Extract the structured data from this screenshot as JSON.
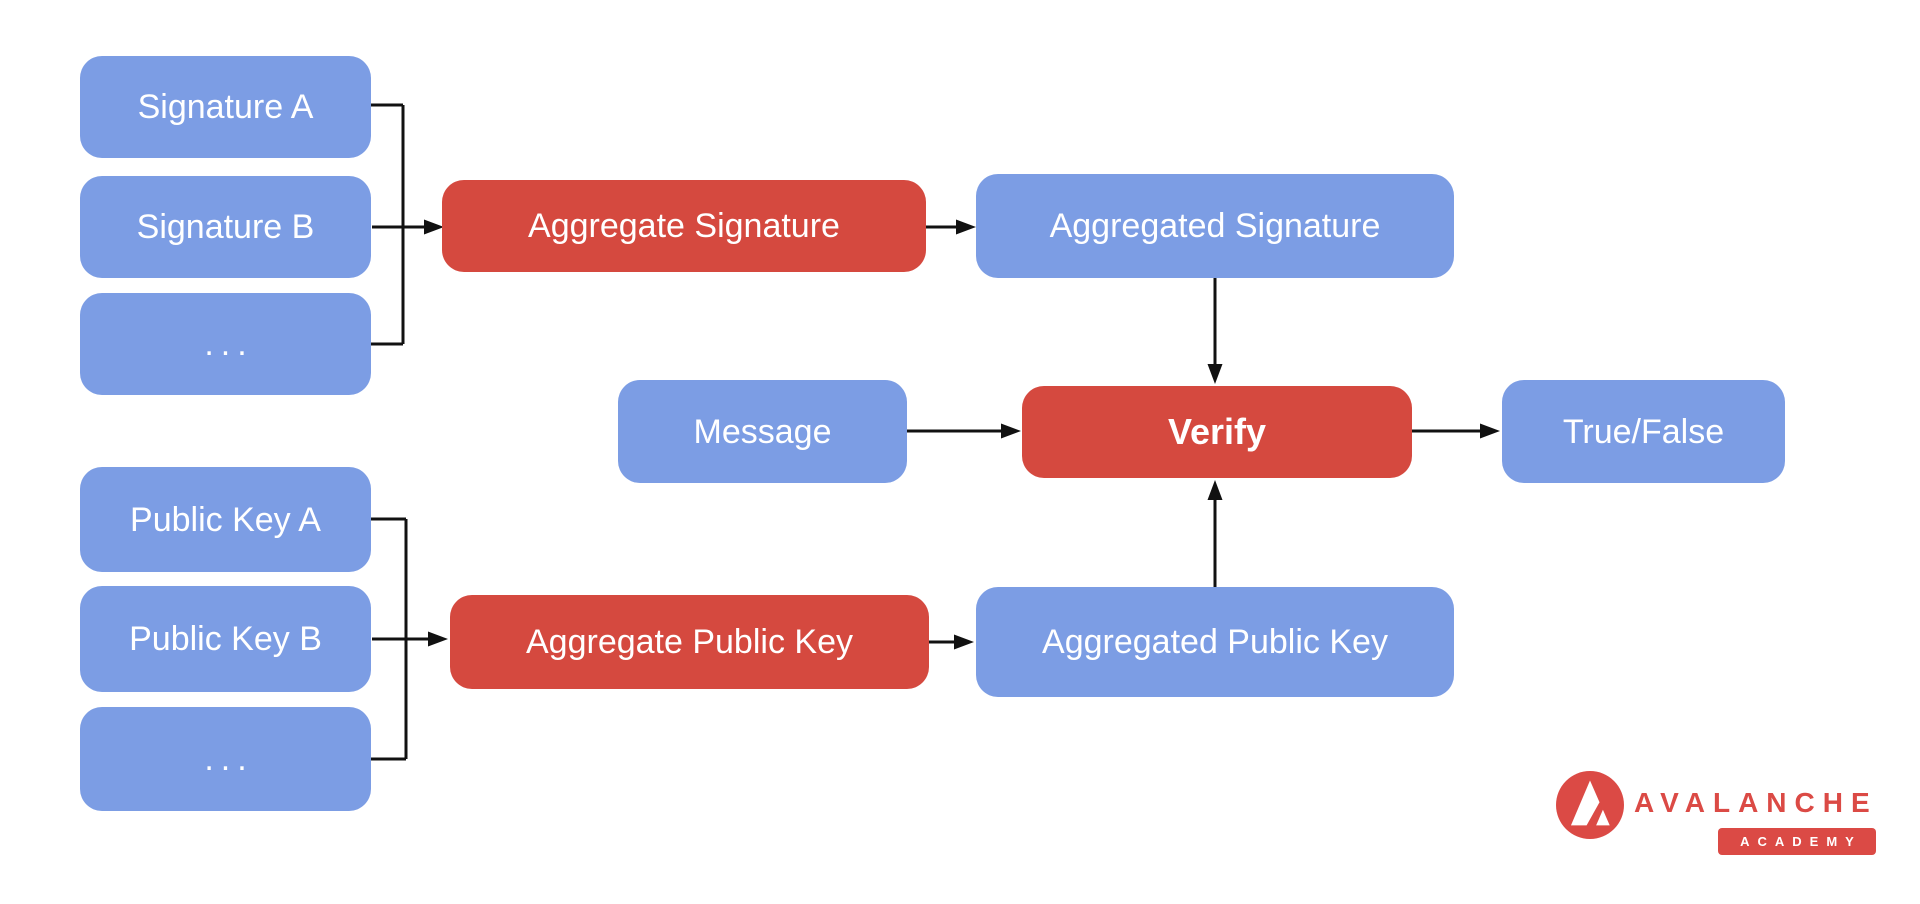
{
  "diagram": {
    "signature_inputs": [
      {
        "label": "Signature A"
      },
      {
        "label": "Signature B"
      },
      {
        "label": "..."
      }
    ],
    "aggregate_signature": {
      "label": "Aggregate Signature"
    },
    "aggregated_signature": {
      "label": "Aggregated Signature"
    },
    "message": {
      "label": "Message"
    },
    "verify": {
      "label": "Verify"
    },
    "result": {
      "label": "True/False"
    },
    "public_key_inputs": [
      {
        "label": "Public Key A"
      },
      {
        "label": "Public Key B"
      },
      {
        "label": "..."
      }
    ],
    "aggregate_public_key": {
      "label": "Aggregate Public Key"
    },
    "aggregated_public_key": {
      "label": "Aggregated Public Key"
    }
  },
  "branding": {
    "wordmark": "AVALANCHE",
    "badge": "ACADEMY"
  },
  "colors": {
    "node_blue": "#7C9DE4",
    "node_red": "#D5493F",
    "node_text": "#FFFFFF",
    "connector": "#111111",
    "brand_red": "#DB4A45",
    "background": "#FFFFFF"
  }
}
